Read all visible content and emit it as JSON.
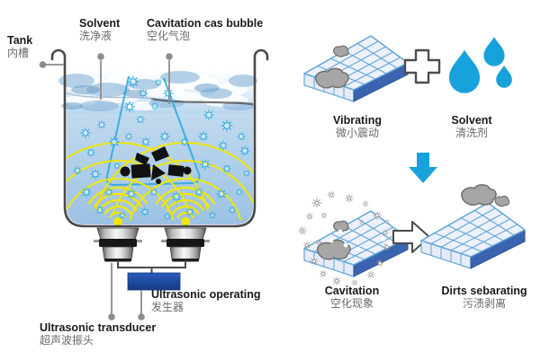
{
  "left_diagram": {
    "labels": {
      "tank": {
        "en": "Tank",
        "zh": "内槽"
      },
      "solvent": {
        "en": "Solvent",
        "zh": "洗净液"
      },
      "cavitation_bubble": {
        "en": "Cavitation cas bubble",
        "zh": "空化气泡"
      },
      "ultrasonic_operating": {
        "en": "Ultrasonic operating",
        "zh": "发生器"
      },
      "ultrasonic_transducer": {
        "en": "Ultrasonic transducer",
        "zh": "超声波振头"
      }
    }
  },
  "right_panel": {
    "steps": [
      {
        "en": "Vibrating",
        "zh": "微小震动"
      },
      {
        "en": "Solvent",
        "zh": "清洗剂"
      },
      {
        "en": "Cavitation",
        "zh": "空化现象"
      },
      {
        "en": "Dirts sebarating",
        "zh": "污渍剥离"
      }
    ],
    "flow": "Vibrating + Solvent -> Cavitation -> Dirts sebarating"
  },
  "colors": {
    "accent_blue": "#17a2dc",
    "bubble_cyan": "#29abe2",
    "wave_yellow": "#f2e600",
    "generator_blue": "#1e4b9e",
    "slab_side_blue": "#3a63b0",
    "water_light": "#cfe3f3",
    "water_deep": "#9cc2e2"
  }
}
